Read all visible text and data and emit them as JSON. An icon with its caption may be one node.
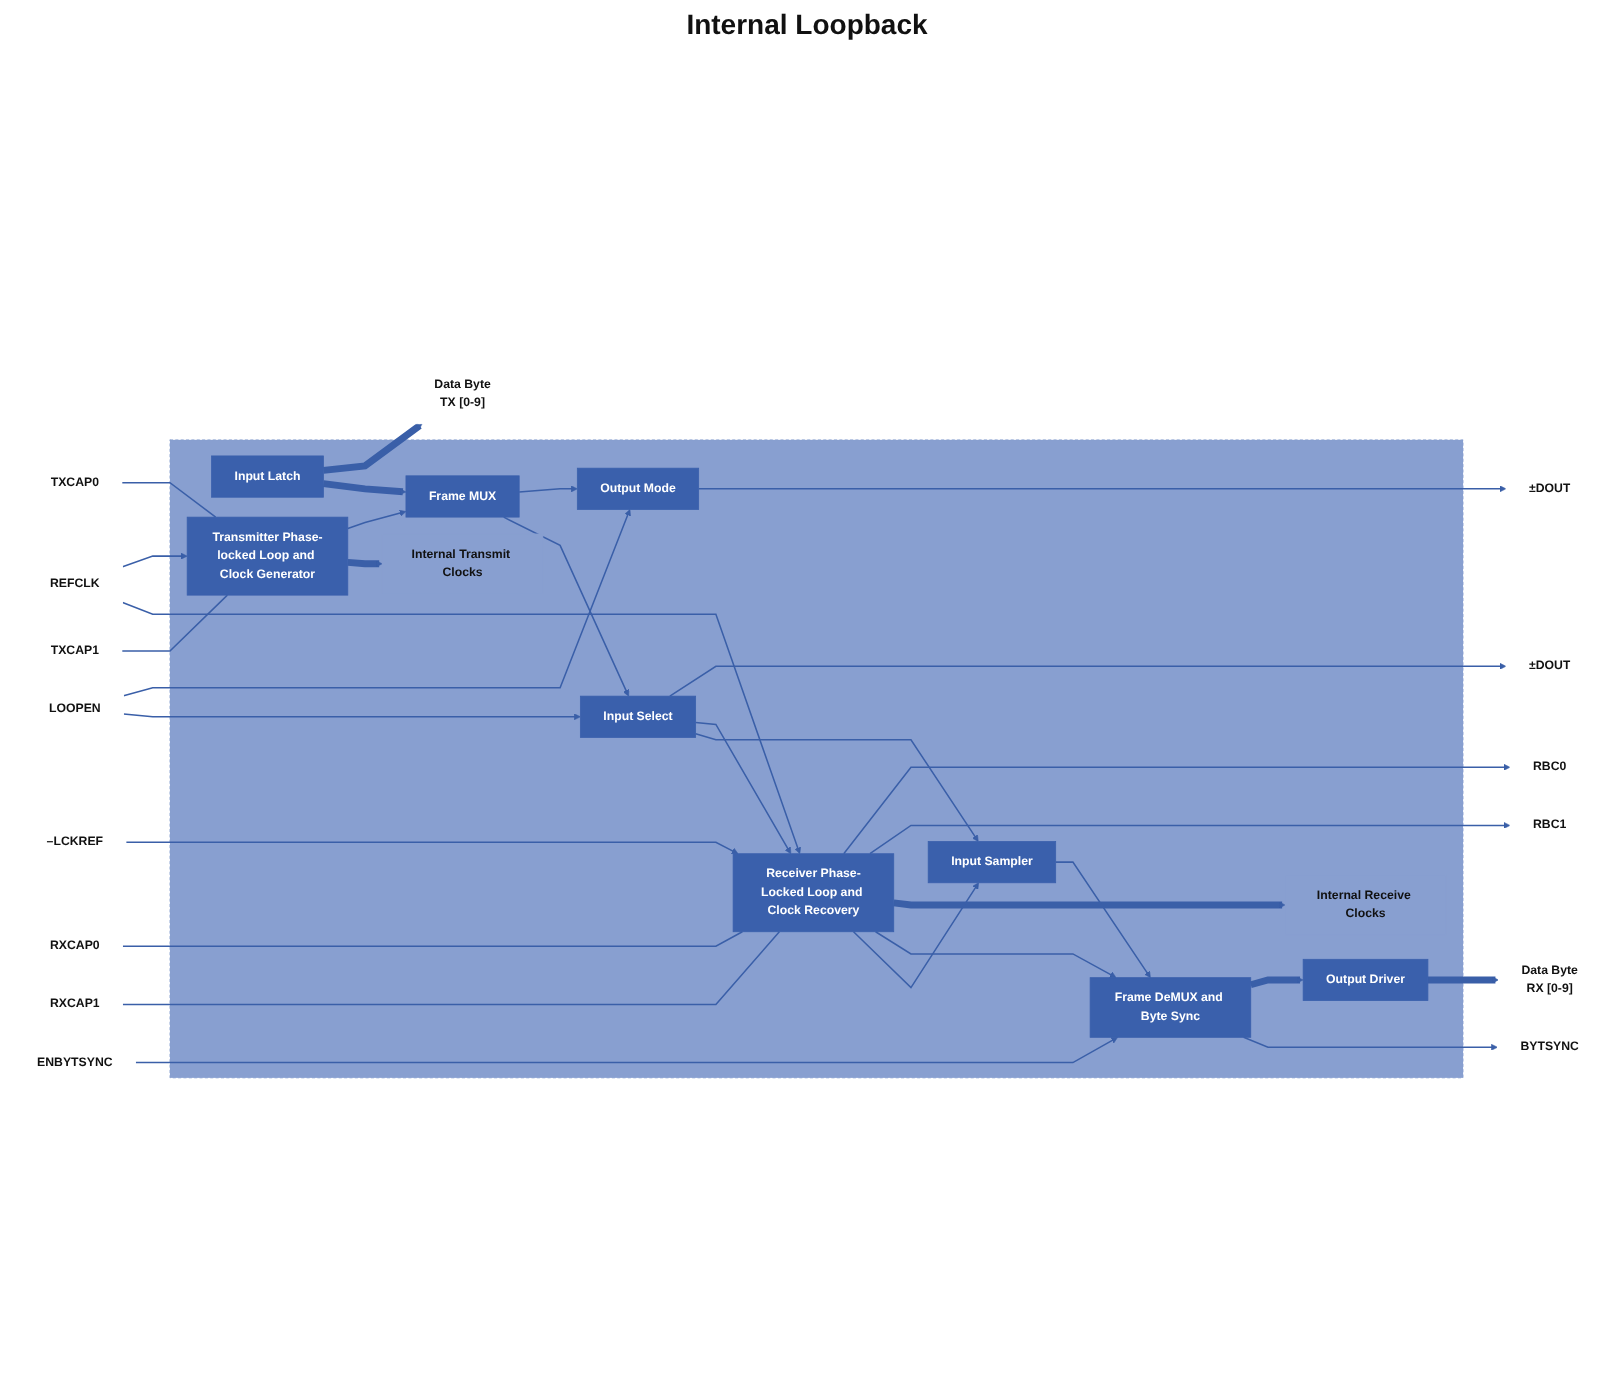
{
  "diagram": {
    "nodes": [
      {
        "text": [],
        "shape": "box"
      },
      {
        "text": [
          "Data Byte",
          "TX [0-9]"
        ]
      },
      {
        "text": [
          "Input Latch"
        ],
        "in": 0
      },
      {
        "text": [
          "Frame MUX"
        ],
        "in": 0
      },
      {
        "text": [
          "Output Mode"
        ],
        "in": 0
      },
      {
        "text": [
          "±DOUT"
        ]
      },
      {
        "text": [
          "LOOPEN"
        ]
      },
      {
        "text": [
          "TXCAP0"
        ]
      },
      {
        "text": [
          "TXCAP1"
        ]
      },
      {
        "text": [
          "Transmitter Phase-locked Loop and Clock Generator"
        ],
        "in": 0
      },
      {
        "text": [
          "Internal Transmit Clocks"
        ],
        "in": 0
      },
      {
        "text": [
          "Input Select"
        ],
        "in": 0
      },
      {
        "text": [
          "±DOUT"
        ]
      },
      {
        "text": [
          "REFCLK"
        ]
      },
      {
        "text": [
          "–LCKREF"
        ]
      },
      {
        "text": [
          "Receiver Phase-Locked Loop and Clock Recovery"
        ],
        "in": 0
      },
      {
        "text": [
          "RXCAP0"
        ]
      },
      {
        "text": [
          "RXCAP1"
        ]
      },
      {
        "text": [
          "RBC0"
        ]
      },
      {
        "text": [
          "RBC1"
        ]
      },
      {
        "text": [
          "Internal Receive Clocks"
        ],
        "in": 0
      },
      {
        "text": [
          "Data Byte",
          "RX [0-9]"
        ]
      },
      {
        "text": [
          "Output Driver"
        ],
        "in": 0
      },
      {
        "text": [
          "Frame DeMUX and Byte Sync"
        ],
        "in": 0
      },
      {
        "text": [
          "Input Sampler"
        ],
        "in": 0
      },
      {
        "text": [
          "BYTSYNC"
        ]
      },
      {
        "text": [
          "ENBYTSYNC"
        ]
      }
    ],
    "edges": [
      {
        "from": 2,
        "to": 1,
        "arrow": "to",
        "style": "thick"
      },
      {
        "from": 2,
        "to": 3,
        "arrow": "to",
        "style": "thick"
      },
      {
        "from": 9,
        "to": 3,
        "arrow": "to"
      },
      {
        "from": 3,
        "to": 4,
        "arrow": "to"
      },
      {
        "from": 3,
        "to": 11,
        "arrow": "to"
      },
      {
        "from": 4,
        "to": 5,
        "arrow": "to"
      },
      {
        "from": 6,
        "to": 4,
        "arrow": "to"
      },
      {
        "from": 6,
        "to": 11,
        "arrow": "to"
      },
      {
        "from": 7,
        "to": 9,
        "arrow": "none"
      },
      {
        "from": 8,
        "to": 9,
        "arrow": "none"
      },
      {
        "from": 9,
        "to": 10,
        "arrow": "to",
        "style": "thick"
      },
      {
        "from": 11,
        "to": 12,
        "arrow": "to"
      },
      {
        "from": 13,
        "to": 9,
        "arrow": "to"
      },
      {
        "from": 13,
        "to": 15,
        "arrow": "to"
      },
      {
        "from": 14,
        "to": 15,
        "arrow": "to"
      },
      {
        "from": 16,
        "to": 15,
        "arrow": "none"
      },
      {
        "from": 17,
        "to": 15,
        "arrow": "none"
      },
      {
        "from": 15,
        "to": 18,
        "arrow": "to"
      },
      {
        "from": 15,
        "to": 19,
        "arrow": "to"
      },
      {
        "from": 11,
        "to": 15,
        "arrow": "to"
      },
      {
        "from": 11,
        "to": 24,
        "arrow": "to"
      },
      {
        "from": 15,
        "to": 20,
        "arrow": "to",
        "style": "thick"
      },
      {
        "from": 15,
        "to": 23,
        "arrow": "to"
      },
      {
        "from": 15,
        "to": 24,
        "arrow": "to"
      },
      {
        "from": 24,
        "to": 23,
        "arrow": "to"
      },
      {
        "from": 23,
        "to": 22,
        "arrow": "to",
        "style": "thick"
      },
      {
        "from": 22,
        "to": 21,
        "arrow": "to",
        "style": "thick"
      },
      {
        "from": 23,
        "to": 25,
        "arrow": "to"
      },
      {
        "from": 26,
        "to": 23,
        "arrow": "to"
      }
    ],
    "labels": [
      "Internal Loopback"
    ]
  }
}
